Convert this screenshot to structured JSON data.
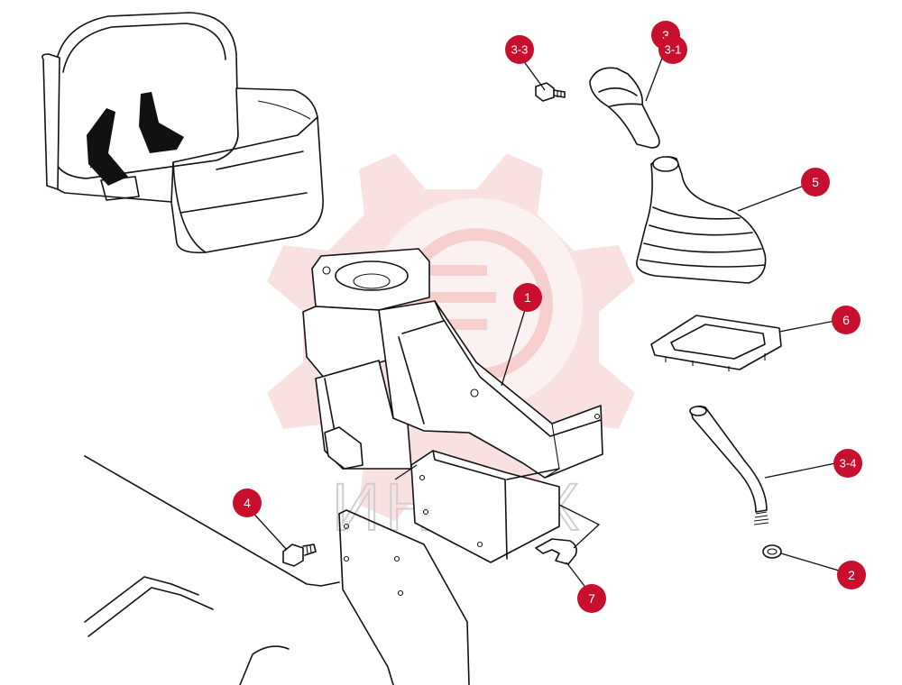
{
  "colors": {
    "badge": "#c8102e",
    "watermark": "#f7c9c9",
    "line": "#111111"
  },
  "watermark": {
    "text": "ИНТЕХ",
    "icon": "gear-logo-icon"
  },
  "callouts": [
    {
      "id": "1"
    },
    {
      "id": "2"
    },
    {
      "id": "3"
    },
    {
      "id": "3-1"
    },
    {
      "id": "3-3"
    },
    {
      "id": "3-4"
    },
    {
      "id": "4"
    },
    {
      "id": "5"
    },
    {
      "id": "6"
    },
    {
      "id": "7"
    }
  ]
}
